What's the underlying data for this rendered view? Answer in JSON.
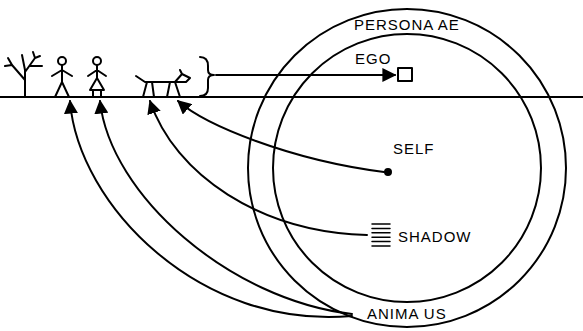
{
  "diagram": {
    "nodes": [
      {
        "text": [
          "PERSONA AE",
          "ANIMA US"
        ]
      },
      {
        "text": [
          "EGO",
          "SELF",
          "SHADOW"
        ],
        "in": 0
      }
    ]
  }
}
